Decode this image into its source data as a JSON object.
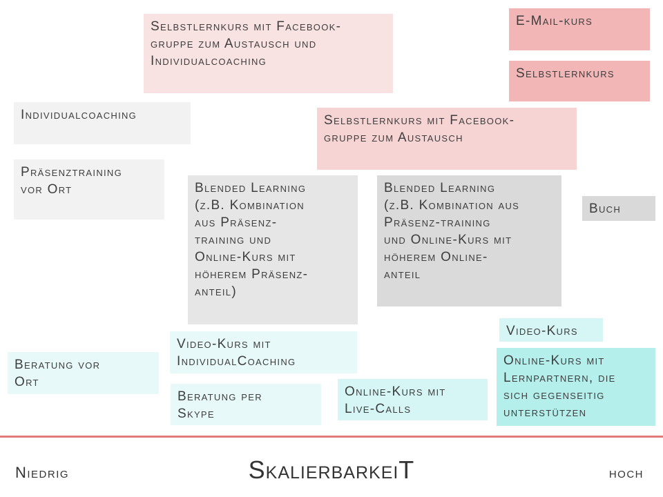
{
  "colors": {
    "pink_light": "#f9e2e2",
    "pink_mid": "#f6d4d4",
    "pink_strong": "#f2b6b6",
    "gray_light": "#f2f2f2",
    "gray_mid": "#e6e6e6",
    "gray_dark": "#dadada",
    "gray_small": "#d9d9d9",
    "teal_light": "#e8f9f9",
    "teal_mid": "#d5f6f4",
    "teal_strong": "#b5efec",
    "axis": "#e07a78"
  },
  "boxes": {
    "fb_coaching": "Selbstlernkurs mit Facebook-\ngruppe zum Austausch und\nIndividualcoaching",
    "email": "E-Mail-kurs",
    "selbstlern": "Selbstlernkurs",
    "individual": "Individualcoaching",
    "fb_group": "Selbstlernkurs mit Facebook-\ngruppe zum Austausch",
    "praesenz": "Präsenztraining\nvor Ort",
    "blended_praesenz": "Blended Learning\n(z.B. Kombination\naus Präsenz-\ntraining und\nOnline-Kurs mit\nhöherem Präsenz-\nanteil)",
    "blended_online": "Blended Learning\n(z.B. Kombination aus\nPräsenz-training\nund Online-Kurs mit\nhöherem Online-\nanteil",
    "buch": "Buch",
    "video": "Video-Kurs",
    "video_coaching": "Video-Kurs mit\nIndividualCoaching",
    "beratung_ort": "Beratung vor\nOrt",
    "online_partner": "Online-Kurs mit\nLernpartnern, die\nsich gegenseitig\nunterstützen",
    "beratung_skype": "Beratung per\nSkype",
    "online_live": "Online-Kurs mit\nLive-Calls"
  },
  "axis": {
    "low": "Niedrig",
    "title": "SkalierbarkeiT",
    "high": "hoch"
  }
}
